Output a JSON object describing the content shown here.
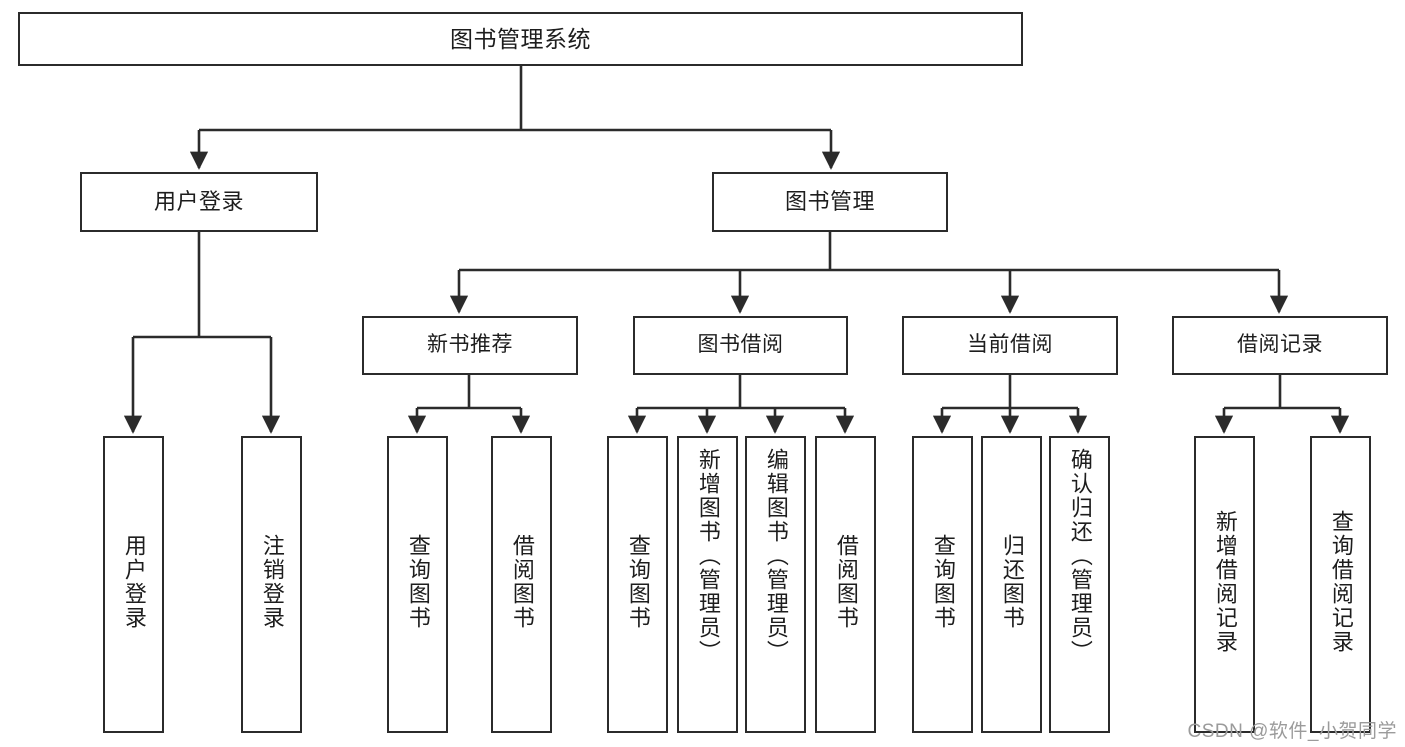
{
  "diagram": {
    "title": "图书管理系统",
    "watermark": "CSDN @软件_小贺同学",
    "colors": {
      "stroke": "#2b2b2b",
      "fill": "#ffffff",
      "text": "#1d1d1d",
      "watermark": "#9b9b9b"
    },
    "root": {
      "label": "图书管理系统"
    },
    "level1": [
      {
        "id": "user-login",
        "label": "用户登录"
      },
      {
        "id": "book-management",
        "label": "图书管理"
      }
    ],
    "level2": [
      {
        "id": "new-book-recommend",
        "label": "新书推荐",
        "parent": "book-management"
      },
      {
        "id": "book-borrow",
        "label": "图书借阅",
        "parent": "book-management"
      },
      {
        "id": "current-borrow",
        "label": "当前借阅",
        "parent": "book-management"
      },
      {
        "id": "borrow-record",
        "label": "借阅记录",
        "parent": "book-management"
      }
    ],
    "leaves": [
      {
        "id": "leaf-user-login",
        "label": "用户登录",
        "parent": "user-login"
      },
      {
        "id": "leaf-logout-login",
        "label": "注销登录",
        "parent": "user-login"
      },
      {
        "id": "leaf-query-book-1",
        "label": "查询图书",
        "parent": "new-book-recommend"
      },
      {
        "id": "leaf-borrow-book-1",
        "label": "借阅图书",
        "parent": "new-book-recommend"
      },
      {
        "id": "leaf-query-book-2",
        "label": "查询图书",
        "parent": "book-borrow"
      },
      {
        "id": "leaf-add-book",
        "label": "新增图书（管理员）",
        "parent": "book-borrow"
      },
      {
        "id": "leaf-edit-book",
        "label": "编辑图书（管理员）",
        "parent": "book-borrow"
      },
      {
        "id": "leaf-borrow-book-2",
        "label": "借阅图书",
        "parent": "book-borrow"
      },
      {
        "id": "leaf-query-book-3",
        "label": "查询图书",
        "parent": "current-borrow"
      },
      {
        "id": "leaf-return-book",
        "label": "归还图书",
        "parent": "current-borrow"
      },
      {
        "id": "leaf-confirm-return",
        "label": "确认归还（管理员）",
        "parent": "current-borrow"
      },
      {
        "id": "leaf-add-record",
        "label": "新增借阅记录",
        "parent": "borrow-record"
      },
      {
        "id": "leaf-query-record",
        "label": "查询借阅记录",
        "parent": "borrow-record"
      }
    ]
  }
}
